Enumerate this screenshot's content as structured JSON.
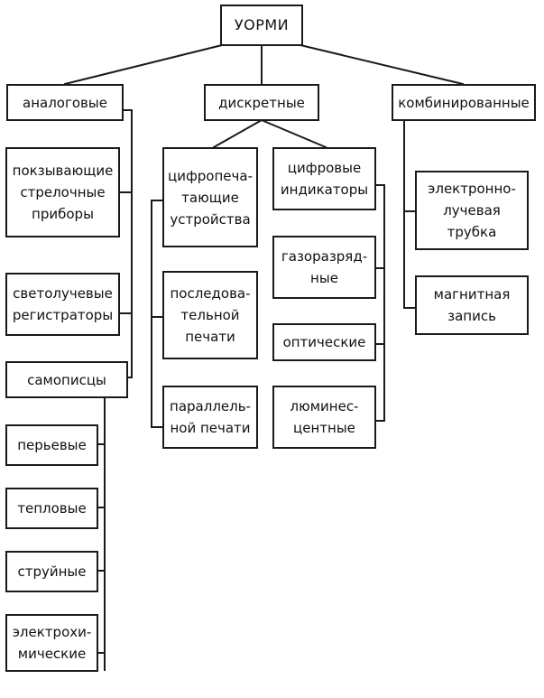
{
  "root": "УОРМИ",
  "categories": {
    "analog": "аналоговые",
    "discrete": "дискретные",
    "combined": "комбинированные"
  },
  "analog_items": {
    "pointer": "покзывающие\nстрелочные\nприборы",
    "light_beam": "светолучевые\nрегистраторы",
    "recorders": "самописцы"
  },
  "recorder_items": {
    "pen": "перьевые",
    "thermal": "тепловые",
    "jet": "струйные",
    "electrochemical": "электрохи-\nмические"
  },
  "discrete_print": {
    "digital_printing": "цифропеча-\nтающие\nустройства",
    "serial": "последова-\nтельной\nпечати",
    "parallel": "параллель-\nной печати"
  },
  "discrete_indicators": {
    "digital_indicators": "цифровые\nиндикаторы",
    "gas_discharge": "газоразряд-\nные",
    "optical": "оптические",
    "luminescent": "люминес-\nцентные"
  },
  "combined_items": {
    "crt": "электронно-\nлучевая\nтрубка",
    "magnetic": "магнитная\nзапись"
  }
}
